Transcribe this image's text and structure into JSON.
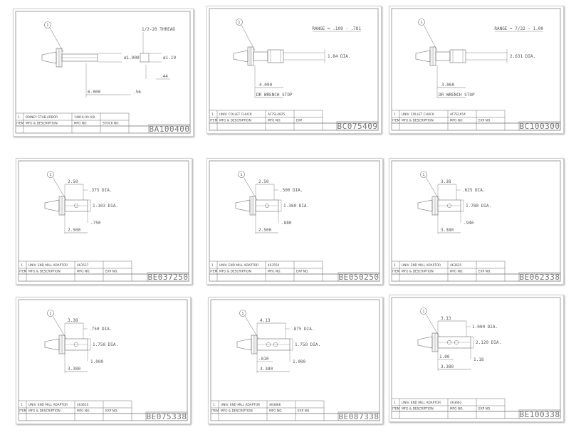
{
  "table_header": {
    "item": "ITEM",
    "desc": "MFG & DESCRIPTION",
    "mfg": "MFG NO.",
    "extra": "EXP NO."
  },
  "sheets": [
    {
      "code": "BA100400",
      "item": "1",
      "desc": "BRINEY STUB ARBOR",
      "mfg": "14816-00-4/8",
      "extra_label": "STOCK NO.",
      "balloon": "1",
      "kind": "arbor",
      "dims": {
        "thread": "1/2-20 THREAD",
        "d1": "ø1.000",
        "d2": "ø1.19",
        "l1": "6.000",
        "l2": ".56",
        "l3": ".44"
      }
    },
    {
      "code": "BC075409",
      "item": "1",
      "desc": "UNIV. COLLET CHUCK",
      "mfg": "AF7SL4825",
      "extra_label": "EXP",
      "balloon": "1",
      "kind": "collet",
      "dims": {
        "range": "RANGE = .109 - .781",
        "dia": "1.84 DIA.",
        "l1": "4.090",
        "l2": "DR WRENCH STOP"
      }
    },
    {
      "code": "BC100300",
      "item": "1",
      "desc": "UNIV. COLLET CHUCK",
      "mfg": "AF7S1654",
      "extra_label": "EXP NO.",
      "balloon": "1",
      "kind": "collet",
      "dims": {
        "range": "RANGE = 7/32 - 1.00",
        "dia": "2.631 DIA.",
        "l1": "3.060",
        "l2": "DR WRENCH STOP"
      }
    },
    {
      "code": "BE037250",
      "item": "1",
      "desc": "UNIV. END MILL ADAPTOR",
      "mfg": "463537",
      "extra_label": "EXP NO.",
      "balloon": "1",
      "kind": "endmill",
      "dims": {
        "top": "2.50",
        "bore": ".375 DIA.",
        "od": "1.103 DIA.",
        "side": ".750",
        "bottom": "2.500"
      }
    },
    {
      "code": "BE050250",
      "item": "1",
      "desc": "UNIV. END MILL ADAPTOR",
      "mfg": "463550",
      "extra_label": "EXP NO.",
      "balloon": "1",
      "kind": "endmill",
      "dims": {
        "top": "2.50",
        "bore": ".500 DIA.",
        "od": "1.380 DIA.",
        "side": ".880",
        "bottom": "2.500"
      }
    },
    {
      "code": "BE062338",
      "item": "1",
      "desc": "UNIV. END MILL ADAPTOR",
      "mfg": "463625",
      "extra_label": "EXP NO.",
      "balloon": "1",
      "kind": "endmill",
      "dims": {
        "top": "3.38",
        "bore": ".625 DIA.",
        "od": "1.780 DIA.",
        "side": ".946",
        "bottom": "3.380"
      }
    },
    {
      "code": "BE075338",
      "item": "1",
      "desc": "UNIV. END MILL ADAPTOR",
      "mfg": "463610",
      "extra_label": "EXP NO.",
      "balloon": "1",
      "kind": "endmill",
      "dims": {
        "top": "3.38",
        "bore": ".750 DIA.",
        "od": "1.750 DIA.",
        "side": "1.000",
        "bottom": "3.380"
      }
    },
    {
      "code": "BE087338",
      "item": "1",
      "desc": "UNIV. END MILL ADAPTOR",
      "mfg": "463866",
      "extra_label": "EXP NO.",
      "balloon": "1",
      "kind": "endmill2",
      "dims": {
        "top": "4.13",
        "bore": ".875 DIA.",
        "od": "1.750 DIA.",
        "side": "1.000",
        "bottom": "3.380",
        "extra": ".810"
      }
    },
    {
      "code": "BE100338",
      "item": "1",
      "desc": "UNIV. END MILL ADAPTOR",
      "mfg": "463662",
      "extra_label": "EXP NO.",
      "balloon": "1",
      "kind": "endmill2",
      "dims": {
        "top": "3.13",
        "bore": "1.000 DIA.",
        "od": "2.120 DIA.",
        "side": "1.18",
        "bottom": "3.380",
        "extra": "1.00"
      }
    }
  ]
}
